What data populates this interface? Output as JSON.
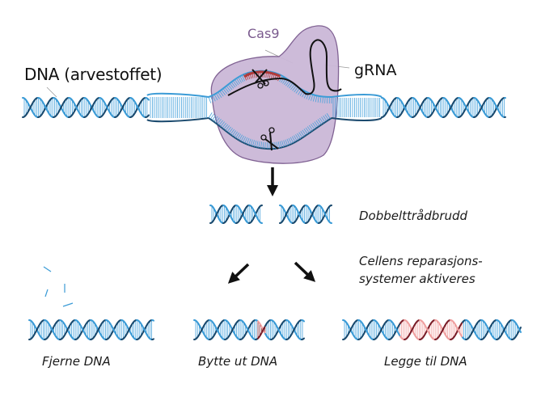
{
  "labels": {
    "dna": "DNA (arvestoffet)",
    "cas9": "Cas9",
    "grna": "gRNA",
    "double_strand_break": "Dobbelttrådbrudd",
    "repair_line1": "Cellens reparasjons-",
    "repair_line2": "systemer aktiveres",
    "outcome_remove": "Fjerne DNA",
    "outcome_replace": "Bytte ut DNA",
    "outcome_add": "Legge til DNA"
  },
  "colors": {
    "strand_light": "#3b9bd6",
    "strand_dark": "#1b4a6e",
    "rung": "#4aa3dc",
    "cas9_fill": "#cbb8d8",
    "cas9_stroke": "#7a5a8e",
    "guide_rna": "#111111",
    "target_highlight": "#b03a3a",
    "edit_light": "#f0a0a0",
    "edit_dark": "#7a1f2a",
    "arrow": "#111111"
  }
}
